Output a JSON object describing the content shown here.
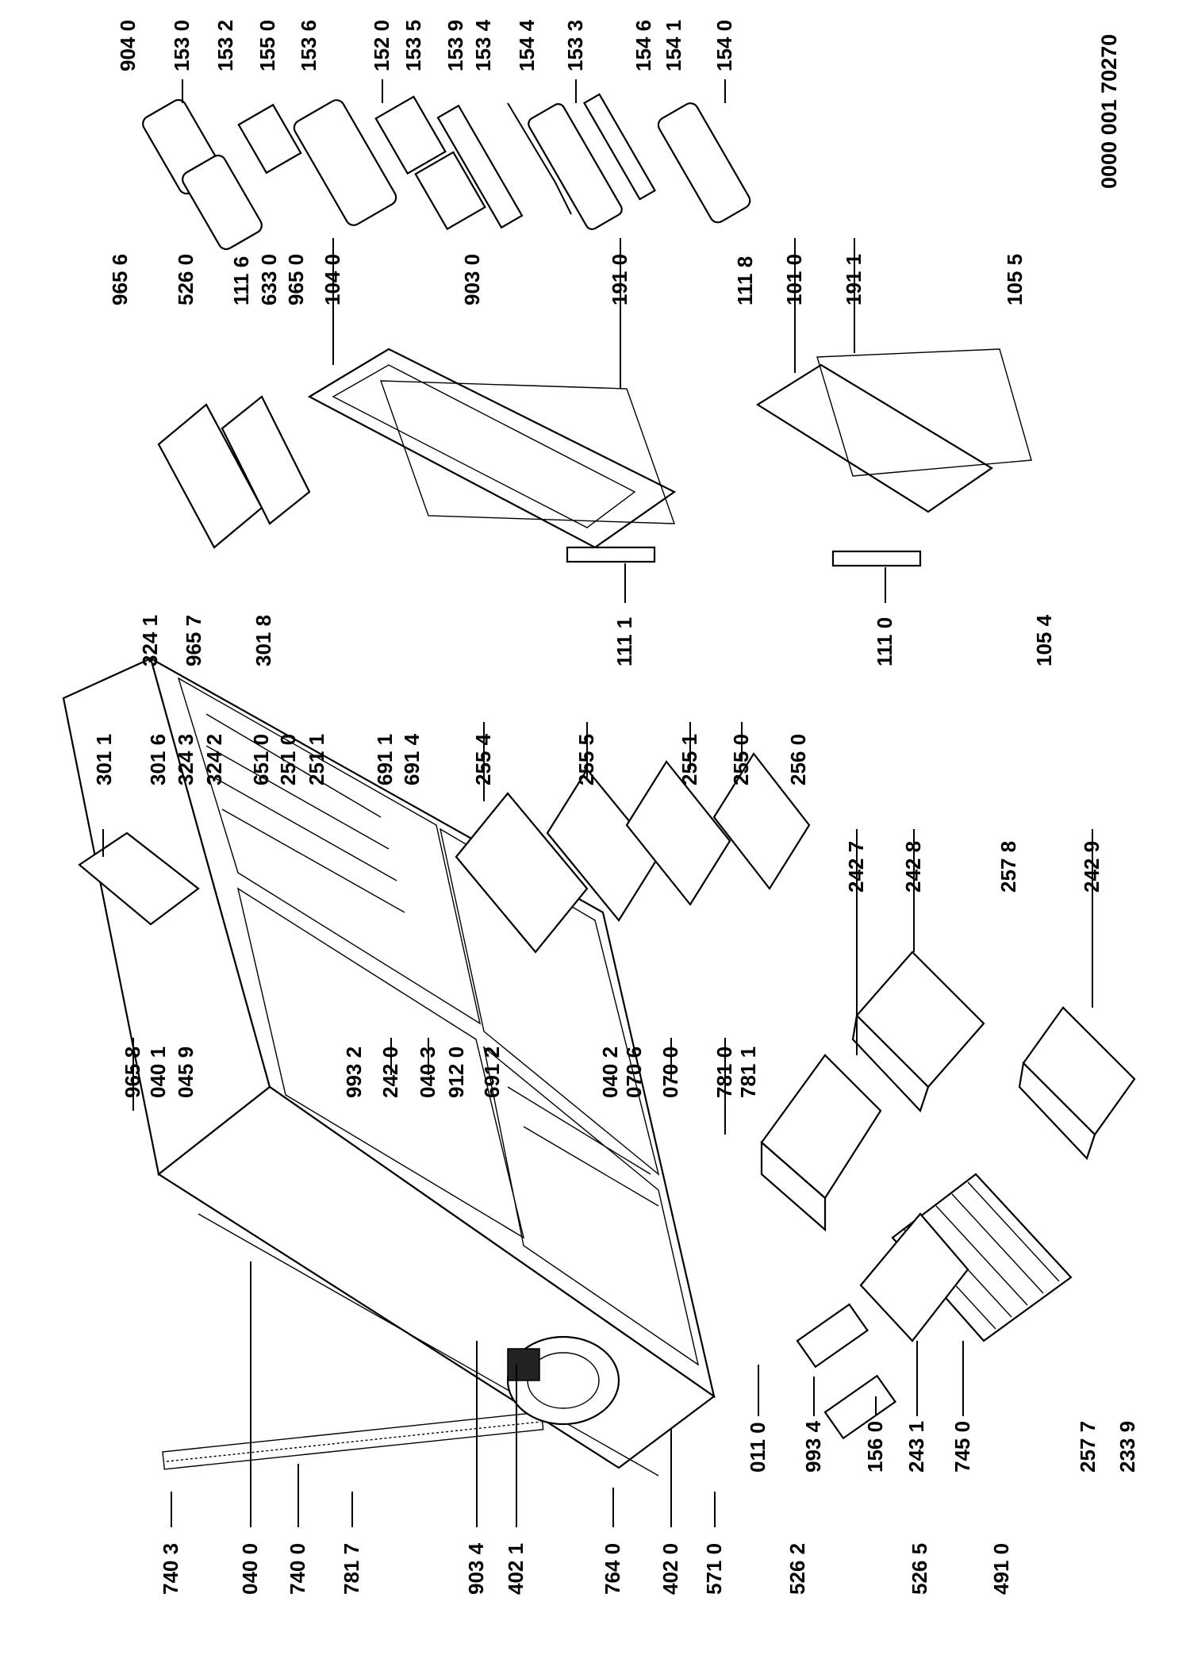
{
  "document_number": "0000 001 70270",
  "part_labels": {
    "p7403": "740 3",
    "p0400": "040 0",
    "p7400": "740 0",
    "p7817": "781 7",
    "p9034": "903 4",
    "p4021": "402 1",
    "p7640": "764 0",
    "p4020": "402 0",
    "p5710": "571 0",
    "p5262": "526 2",
    "p5265": "526 5",
    "p4910": "491 0",
    "p0110": "011 0",
    "p9934": "993 4",
    "p1560": "156 0",
    "p2431": "243 1",
    "p7450": "745 0",
    "p2577": "257 7",
    "p2339": "233 9",
    "p9658": "965 8",
    "p0401": "040 1",
    "p0459": "045 9",
    "p9932": "993 2",
    "p2420": "242 0",
    "p0403": "040 3",
    "p9120": "912 0",
    "p6912": "691 2",
    "p0402": "040 2",
    "p0706": "070 6",
    "p0700": "070 0",
    "p7810": "781 0",
    "p7811": "781 1",
    "p3011": "301 1",
    "p3016": "301 6",
    "p3243": "324 3",
    "p3242": "324 2",
    "p6510": "651 0",
    "p2510": "251 0",
    "p2511": "251 1",
    "p6911": "691 1",
    "p6914": "691 4",
    "p2554": "255 4",
    "p2555": "255 5",
    "p2551": "255 1",
    "p2550": "255 0",
    "p2560": "256 0",
    "p2427": "242 7",
    "p2428": "242 8",
    "p2578": "257 8",
    "p2429": "242 9",
    "p9656": "965 6",
    "p5260": "526 0",
    "p1116": "111 6",
    "p6330": "633 0",
    "p9650": "965 0",
    "p1040": "104 0",
    "p9030": "903 0",
    "p1910": "191 0",
    "p1118": "111 8",
    "p1010": "101 0",
    "p1911": "191 1",
    "p1055": "105 5",
    "p3241": "324 1",
    "p9657": "965 7",
    "p3018": "301 8",
    "p1111": "111 1",
    "p1110": "111 0",
    "p1054": "105 4",
    "p9040": "904 0",
    "p1530": "153 0",
    "p1532": "153 2",
    "p1550": "155 0",
    "p1536": "153 6",
    "p1520": "152 0",
    "p1535": "153 5",
    "p1539": "153 9",
    "p1534": "153 4",
    "p1544": "154 4",
    "p1533": "153 3",
    "p1546": "154 6",
    "p1541": "154 1",
    "p1540": "154 0"
  }
}
